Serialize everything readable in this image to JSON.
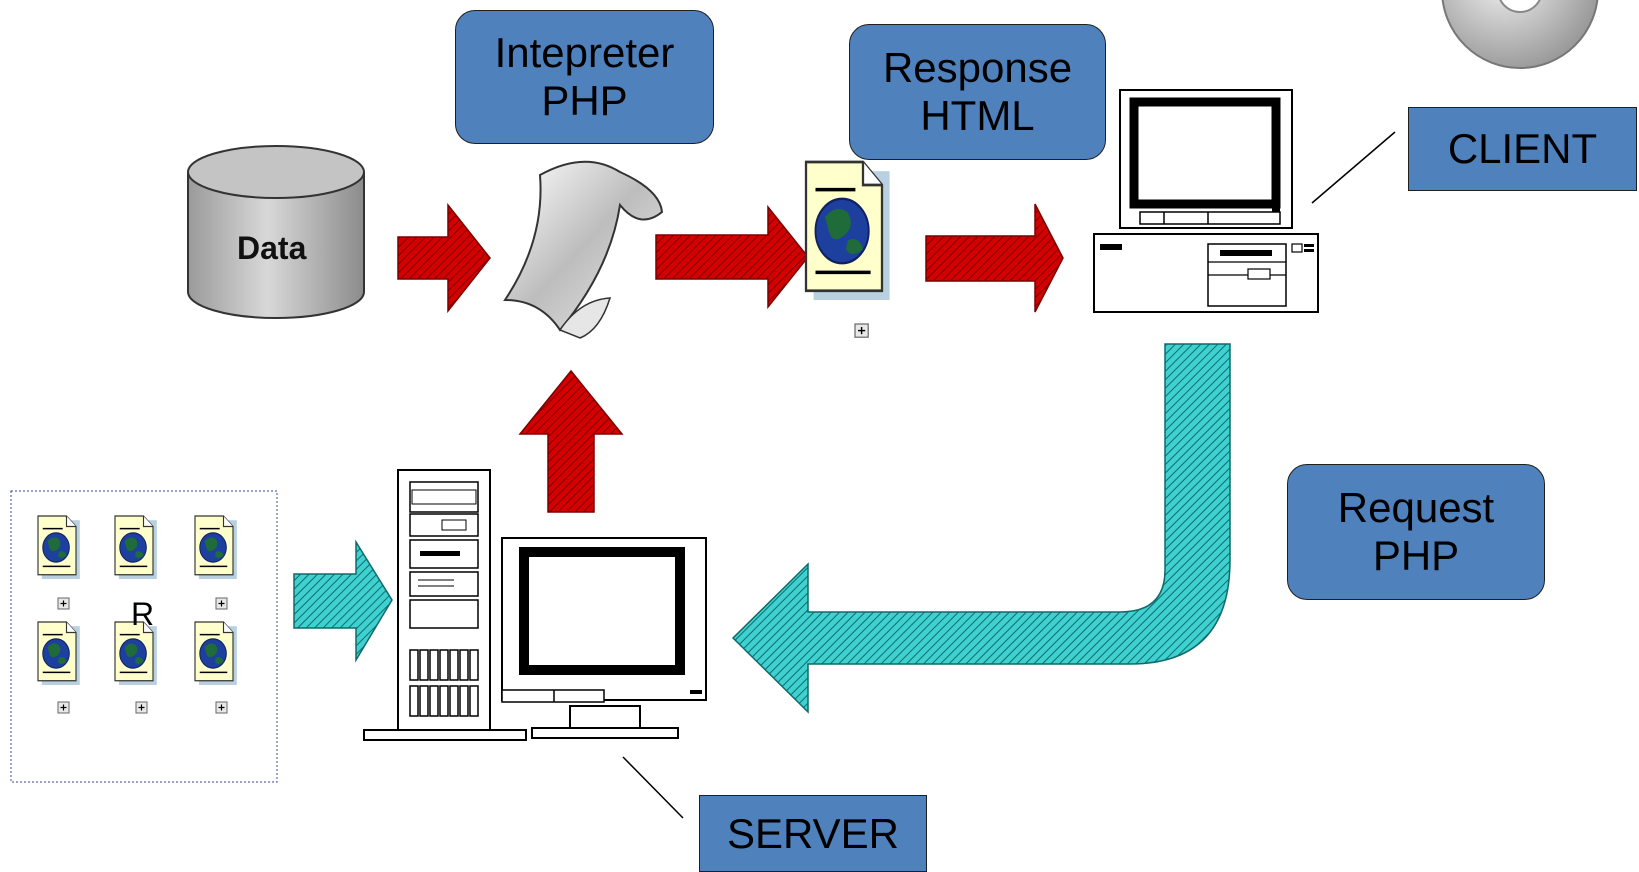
{
  "diagram": {
    "data_store_label": "Data",
    "interpreter": {
      "line1": "Intepreter",
      "line2": "PHP"
    },
    "response": {
      "line1": "Response",
      "line2": "HTML"
    },
    "request": {
      "line1": "Request",
      "line2": "PHP"
    },
    "client_label": "CLIENT",
    "server_label": "SERVER",
    "stray_glyph": "R"
  },
  "colors": {
    "callout_fill": "#4f81bd",
    "flow_arrow": "#cc0000",
    "request_arrow": "#33cccc",
    "document_fill": "#ffffcc",
    "globe_land": "#1f6b3a",
    "globe_ocean": "#1d3f9e"
  },
  "icons": [
    "database-cylinder",
    "curled-page-icon",
    "web-document-icon",
    "client-computer-icon",
    "server-tower-icon",
    "monitor-icon",
    "cd-disc-icon"
  ]
}
